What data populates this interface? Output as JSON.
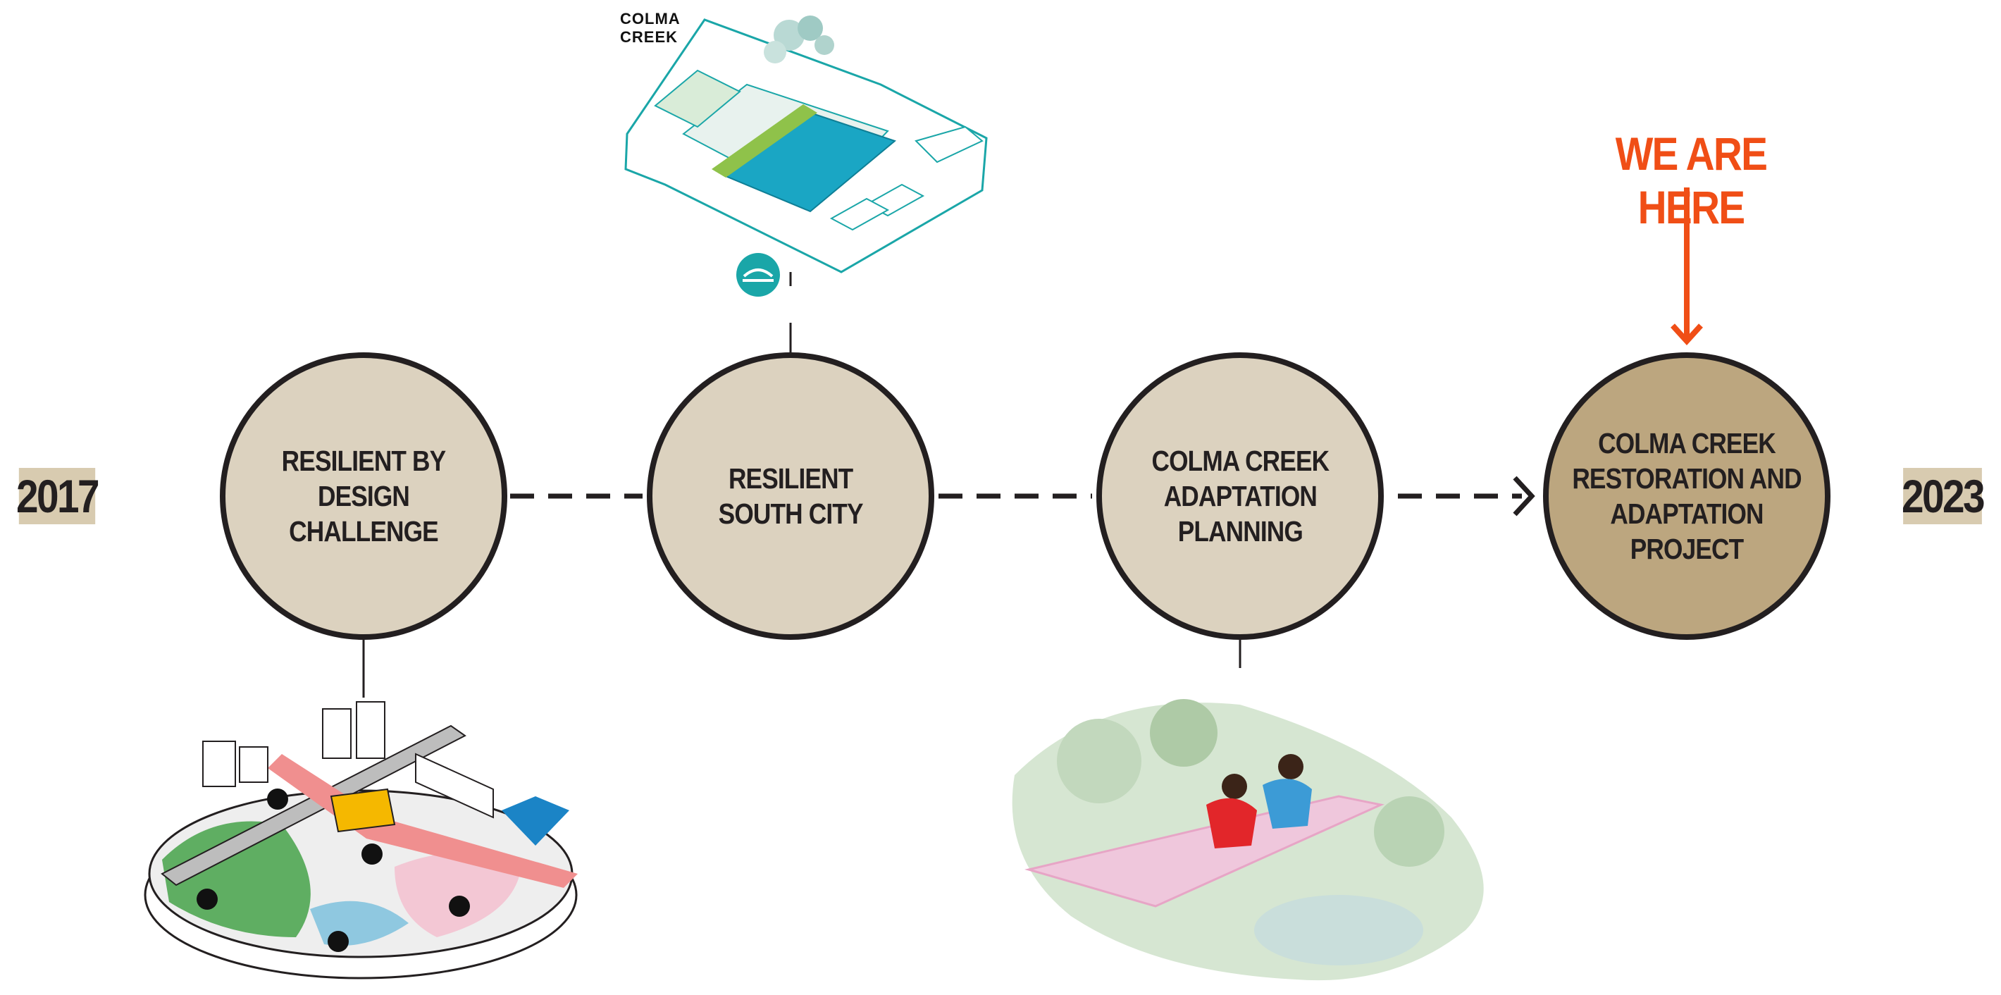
{
  "timeline": {
    "start_year": "2017",
    "end_year": "2023",
    "marker": "WE ARE HERE",
    "nodes": [
      {
        "label": "RESILIENT BY DESIGN\nCHALLENGE"
      },
      {
        "label": "RESILIENT\nSOUTH CITY"
      },
      {
        "label": "COLMA CREEK\nADAPTATION\nPLANNING"
      },
      {
        "label": "COLMA CREEK\nRESTORATION AND\nADAPTATION PROJECT"
      }
    ],
    "illustration_label": "COLMA\nCREEK"
  },
  "colors": {
    "node_fill": "#dcd2bf",
    "current_node_fill": "#bca67f",
    "outline": "#231f20",
    "accent": "#f04e16",
    "year_tag": "#d8cbb0",
    "water": "#1aa6c4"
  },
  "icons": [
    "bridge-icon",
    "train-icon",
    "restroom-icon",
    "school-icon",
    "bus-icon"
  ]
}
